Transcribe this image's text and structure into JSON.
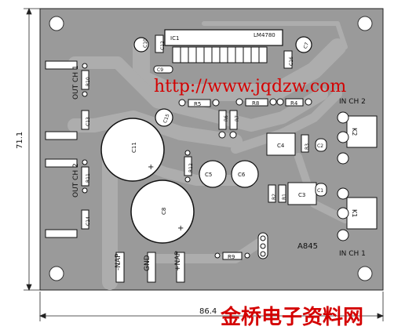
{
  "watermark_url": "http://www.jqdzw.com",
  "watermark_cn": "金桥电子资料网",
  "dim_height": "71.1",
  "dim_width": "86.4",
  "board_code": "A845",
  "colors": {
    "board": "#9a9a9a",
    "trace": "#ababab",
    "silk": "#111111",
    "watermark": "#d40000"
  },
  "labels": {
    "ic1": "IC1",
    "ic_part": "LM4780",
    "out1": "OUT CH 1",
    "out2": "OUT CH 2",
    "in1": "IN CH 1",
    "in2": "IN CH 2",
    "nap_neg": "-NAP",
    "gnd": "GND",
    "nap_pos": "+NAP",
    "k1": "K1",
    "k2": "K2"
  },
  "components": {
    "r1": "R1",
    "r2": "R2",
    "r3": "R3",
    "r4": "R4",
    "r5": "R5",
    "r6": "R6",
    "r7": "R7",
    "r8": "R8",
    "r9": "R9",
    "r10": "R10",
    "r11": "R11",
    "r12": "R12",
    "c1": "C1",
    "c2": "C2",
    "c3": "C3",
    "c4": "C4",
    "c5": "C5",
    "c6": "C6",
    "c7": "C7",
    "c8": "C8",
    "c9": "C9",
    "c10": "C10",
    "c11": "C11",
    "c12": "C12",
    "c13": "C13",
    "c14": "C14",
    "c15": "C15",
    "c16": "C16"
  }
}
